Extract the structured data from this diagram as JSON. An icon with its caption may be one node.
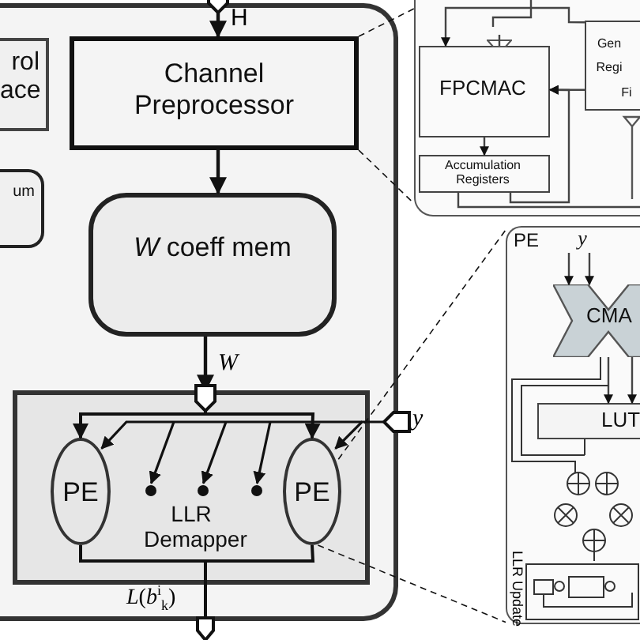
{
  "diagram": {
    "nodes": [
      {
        "text": [],
        "shape": "box"
      },
      {
        "text": [
          "rol ace"
        ],
        "in": 0
      },
      {
        "text": [
          "um"
        ],
        "in": 0
      },
      {
        "text": [
          "Channel Preprocessor"
        ],
        "in": 0
      },
      {
        "text": [
          "*W* coeff mem"
        ],
        "in": 0
      },
      {
        "text": [
          "LLR Demapper"
        ],
        "in": 0
      },
      {
        "text": [
          "PE"
        ],
        "in": 5
      },
      {
        "text": [
          "PE"
        ],
        "in": 5
      },
      {
        "text": [],
        "shape": "box"
      },
      {
        "text": [
          "FPCMAC"
        ],
        "in": 8
      },
      {
        "text": [
          "Accumulation Registers"
        ],
        "in": 8
      },
      {
        "text": [
          "Gen Regi",
          "Fi"
        ],
        "in": 8
      },
      {
        "text": [
          "PE"
        ]
      },
      {
        "text": [
          "CMA"
        ],
        "in": 12
      },
      {
        "text": [
          "LUT"
        ],
        "in": 12
      },
      {
        "text": [],
        "shape": "pentagon"
      },
      {
        "text": [
          "y"
        ],
        "in": 12
      },
      {
        "text": [],
        "shape": "trapezoid",
        "in": 8
      },
      {
        "text": [],
        "shape": "circle",
        "in": 5
      },
      {
        "text": [],
        "shape": "circle",
        "in": 5
      },
      {
        "text": [],
        "shape": "circle",
        "in": 5
      }
    ],
    "edges": [
      {
        "from": null,
        "to": 3,
        "arrow": "to",
        "label": "H"
      },
      {
        "from": 3,
        "to": 4,
        "arrow": "to"
      },
      {
        "from": 4,
        "to": 5,
        "arrow": "to",
        "label": "*W*"
      },
      {
        "from": null,
        "to": 6,
        "arrow": "to"
      },
      {
        "from": null,
        "to": 7,
        "arrow": "to"
      },
      {
        "from": null,
        "to": 7,
        "arrow": "to",
        "label": "*y*"
      },
      {
        "from": null,
        "to": 6,
        "arrow": "to"
      },
      {
        "from": 6,
        "to": 15,
        "arrow": "none",
        "label": "*L*(*b*$^{i}$$_{k}$)"
      },
      {
        "from": 7,
        "to": 15,
        "arrow": "none"
      },
      {
        "from": 3,
        "to": 8,
        "arrow": "none",
        "style": "dashed"
      },
      {
        "from": 3,
        "to": 8,
        "arrow": "none",
        "style": "dashed"
      },
      {
        "from": 7,
        "to": 12,
        "arrow": "none",
        "style": "dashed"
      },
      {
        "from": 7,
        "to": 12,
        "arrow": "none",
        "style": "dashed"
      },
      {
        "from": 9,
        "to": 10,
        "arrow": "to"
      },
      {
        "from": 11,
        "to": 9,
        "arrow": "to"
      },
      {
        "from": 16,
        "to": 13,
        "arrow": "to"
      },
      {
        "from": 16,
        "to": 13,
        "arrow": "to"
      },
      {
        "from": 13,
        "to": 14,
        "arrow": "to"
      },
      {
        "from": 13,
        "to": 14,
        "arrow": "to"
      },
      {
        "from": 11,
        "to": 9,
        "arrow": "to"
      },
      {
        "from": null,
        "to": 17,
        "arrow": "none"
      },
      {
        "from": 17,
        "to": 9,
        "arrow": "none"
      },
      {
        "from": 10,
        "to": 9,
        "arrow": "to"
      },
      {
        "from": 10,
        "to": null,
        "arrow": "none"
      },
      {
        "from": null,
        "to": 18,
        "arrow": "to"
      },
      {
        "from": null,
        "to": 19,
        "arrow": "to"
      },
      {
        "from": null,
        "to": 20,
        "arrow": "to"
      }
    ],
    "labels": [
      "LLR Update"
    ]
  }
}
